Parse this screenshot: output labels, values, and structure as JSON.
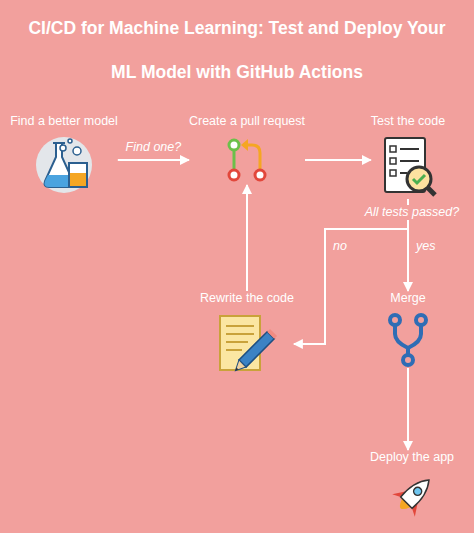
{
  "diagram": {
    "title": "CI/CD for Machine Learning: Test and Deploy Your ML Model with GitHub Actions",
    "nodes": [
      {
        "text": [
          "Find a better model"
        ]
      },
      {
        "text": [
          "Create a pull request"
        ]
      },
      {
        "text": [
          "Test the code"
        ]
      },
      {
        "text": [
          "Rewrite the code"
        ]
      },
      {
        "text": [
          "Merge"
        ]
      },
      {
        "text": [
          "Deploy the app"
        ]
      }
    ],
    "edges": [
      {
        "from": 0,
        "to": 1,
        "arrow": "to",
        "label": "Find one?"
      },
      {
        "from": 1,
        "to": 2,
        "arrow": "to"
      },
      {
        "from": 2,
        "to": 3,
        "arrow": "to",
        "label": "no"
      },
      {
        "from": 2,
        "to": 4,
        "arrow": "to",
        "label": "yes"
      },
      {
        "from": 3,
        "to": 1,
        "arrow": "to"
      },
      {
        "from": 4,
        "to": 5,
        "arrow": "to"
      }
    ],
    "labels": [
      "All tests passed?"
    ]
  }
}
